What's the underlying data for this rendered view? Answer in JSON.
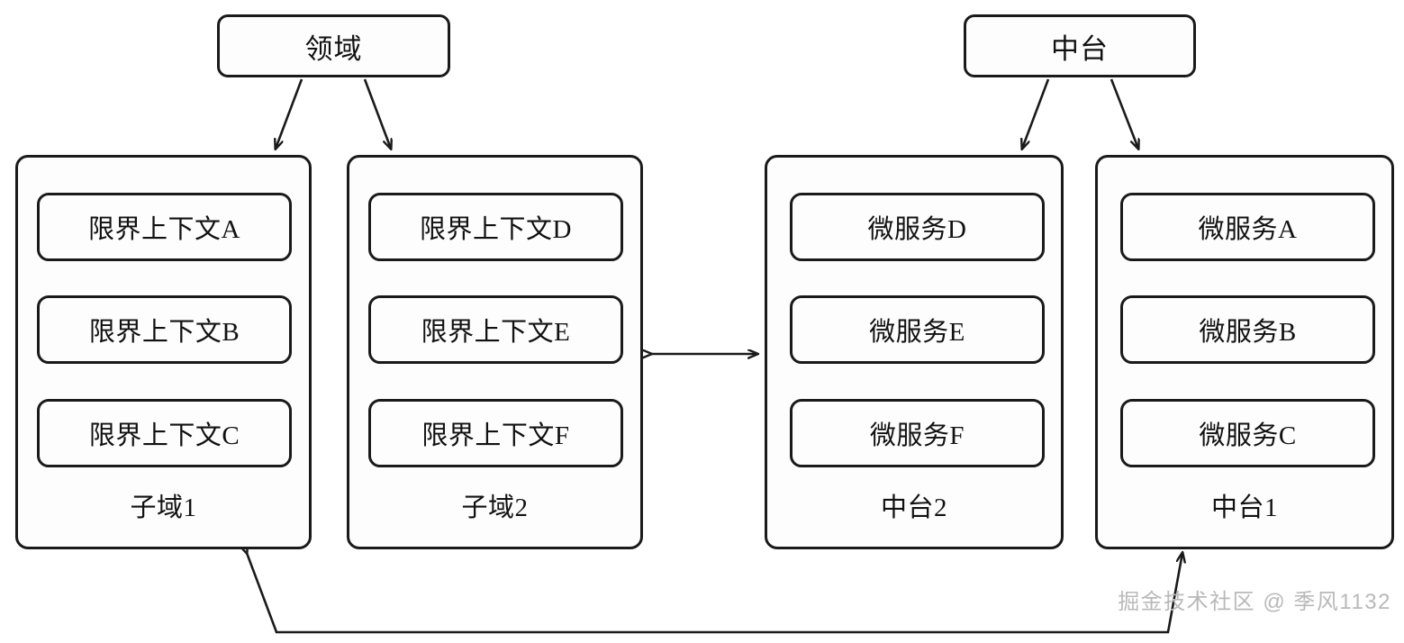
{
  "diagram": {
    "title_boxes": [
      {
        "id": "domain",
        "label": "领域"
      },
      {
        "id": "middle-platform",
        "label": "中台"
      }
    ],
    "groups": [
      {
        "id": "subdomain-1",
        "label": "子域1",
        "items": [
          "限界上下文A",
          "限界上下文B",
          "限界上下文C"
        ]
      },
      {
        "id": "subdomain-2",
        "label": "子域2",
        "items": [
          "限界上下文D",
          "限界上下文E",
          "限界上下文F"
        ]
      },
      {
        "id": "platform-2",
        "label": "中台2",
        "items": [
          "微服务D",
          "微服务E",
          "微服务F"
        ]
      },
      {
        "id": "platform-1",
        "label": "中台1",
        "items": [
          "微服务A",
          "微服务B",
          "微服务C"
        ]
      }
    ],
    "connections": [
      {
        "id": "domain-to-subdomain-1",
        "from": "领域",
        "to": "子域1",
        "style": "arrow"
      },
      {
        "id": "domain-to-subdomain-2",
        "from": "领域",
        "to": "子域2",
        "style": "arrow"
      },
      {
        "id": "platform-to-platform-2",
        "from": "中台",
        "to": "中台2",
        "style": "arrow"
      },
      {
        "id": "platform-to-platform-1",
        "from": "中台",
        "to": "中台1",
        "style": "arrow"
      },
      {
        "id": "subdomain2-to-platform2",
        "from": "子域2",
        "to": "中台2",
        "style": "double-arrow"
      },
      {
        "id": "subdomain1-to-platform1",
        "from": "子域1",
        "to": "中台1",
        "style": "double-arrow"
      }
    ],
    "colors": {
      "stroke": "#1a1a1a",
      "fill": "#fdfdfd",
      "text": "#111111",
      "watermark": "#b9b9b9",
      "background": "#ffffff"
    }
  },
  "watermark": {
    "text": "掘金技术社区 @ 季风1132"
  }
}
